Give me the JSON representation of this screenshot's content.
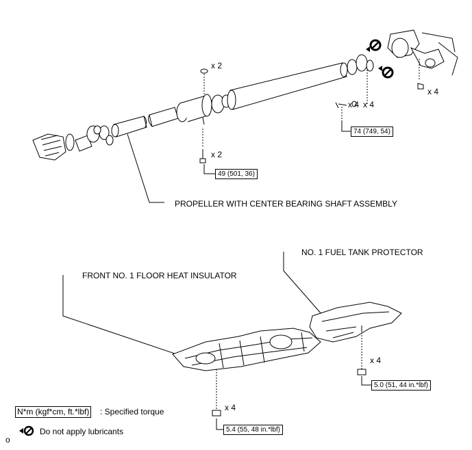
{
  "labels": {
    "propeller_shaft": "PROPELLER WITH CENTER BEARING SHAFT ASSEMBLY",
    "fuel_tank_protector": "NO. 1 FUEL TANK PROTECTOR",
    "floor_heat_insulator": "FRONT NO. 1 FLOOR HEAT INSULATOR"
  },
  "quantities": {
    "washer_top": "x 2",
    "bolt_center": "x 2",
    "bolt_rear": "x 4",
    "washer_rear": "x 4",
    "nut_flange": "x 4",
    "nut_protector": "x 4",
    "nut_insulator": "x 4"
  },
  "torques": {
    "center_bearing": "49 (501, 36)",
    "rear_flange": "74 (749, 54)",
    "protector": "5.0 (51, 44 in.*lbf)",
    "insulator": "5.4 (55, 48 in.*lbf)"
  },
  "legend": {
    "torque_box": "N*m (kgf*cm, ft.*lbf)",
    "torque_desc": ": Specified torque",
    "lubricant_desc": "Do not apply lubricants",
    "footer_mark": "o"
  },
  "icons": {
    "no_lubricant": "no-lubricant-icon"
  }
}
